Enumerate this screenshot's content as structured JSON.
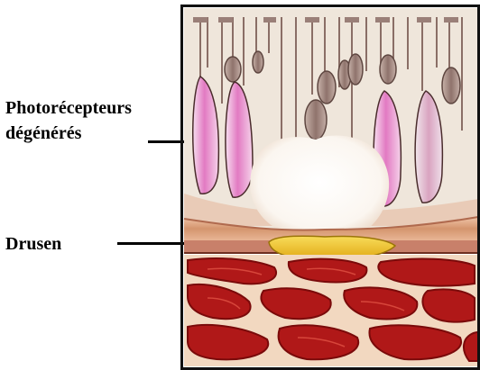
{
  "labels": {
    "photoreceptors_line1": "Photorécepteurs",
    "photoreceptors_line2": "dégénérés",
    "drusen": "Drusen"
  },
  "colors": {
    "frame": "#111111",
    "inner_segment_bg": "#f2ece3",
    "outer_segment_pink": "#e27ac2",
    "outer_segment_light": "#f3d6e6",
    "degenerated": "#9a7f78",
    "debris_white": "#ffffff",
    "rpe": "#d4956e",
    "bruch": "#b06a4e",
    "drusen_yellow": "#f3c82a",
    "choroid_red": "#b01818",
    "choroid_dark": "#7a0a0a",
    "choroid_septa": "#f2d8c0"
  }
}
